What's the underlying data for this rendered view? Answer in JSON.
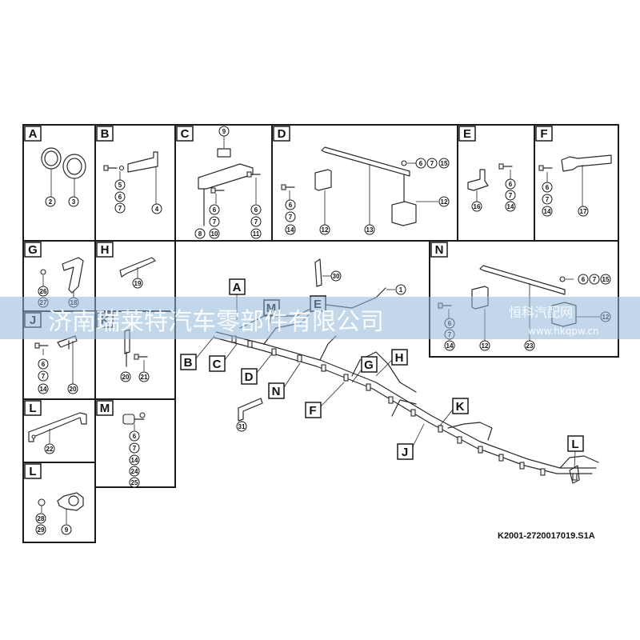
{
  "drawing_code": "K2001-2720017019.S1A",
  "watermark": {
    "company": "济南瑞莱特汽车零部件有限公司",
    "site": "恒科汽配网",
    "url": "www.hkqpw.cn"
  },
  "panels": {
    "A": {
      "label": "A",
      "numbers": [
        "2",
        "3"
      ]
    },
    "B": {
      "label": "B",
      "numbers": [
        "5",
        "6",
        "7",
        "4"
      ]
    },
    "C": {
      "label": "C",
      "numbers": [
        "9",
        "6",
        "7",
        "10",
        "8",
        "6",
        "7",
        "11"
      ]
    },
    "D": {
      "label": "D",
      "numbers": [
        "6",
        "7",
        "15",
        "12",
        "6",
        "7",
        "14",
        "12",
        "13"
      ]
    },
    "E": {
      "label": "E",
      "numbers": [
        "16",
        "6",
        "7",
        "14"
      ]
    },
    "F": {
      "label": "F",
      "numbers": [
        "6",
        "7",
        "14",
        "17"
      ]
    },
    "G": {
      "label": "G",
      "numbers": [
        "26",
        "27",
        "18"
      ]
    },
    "H": {
      "label": "H",
      "numbers": [
        "19"
      ]
    },
    "J": {
      "label": "J",
      "numbers": [
        "6",
        "7",
        "14",
        "20"
      ]
    },
    "K": {
      "label": "K",
      "numbers": [
        "20",
        "21"
      ]
    },
    "L1": {
      "label": "L",
      "numbers": [
        "22"
      ]
    },
    "M": {
      "label": "M",
      "numbers": [
        "6",
        "7",
        "14",
        "24",
        "25"
      ]
    },
    "L2": {
      "label": "L",
      "numbers": [
        "28",
        "29",
        "9"
      ]
    },
    "N": {
      "label": "N",
      "numbers": [
        "6",
        "7",
        "15",
        "6",
        "7",
        "14",
        "12",
        "23",
        "12"
      ]
    }
  },
  "main_view": {
    "callout_letters": [
      "A",
      "M",
      "E",
      "B",
      "C",
      "D",
      "N",
      "G",
      "H",
      "F",
      "K",
      "J",
      "L"
    ],
    "part_numbers": [
      "30",
      "1",
      "31"
    ]
  }
}
